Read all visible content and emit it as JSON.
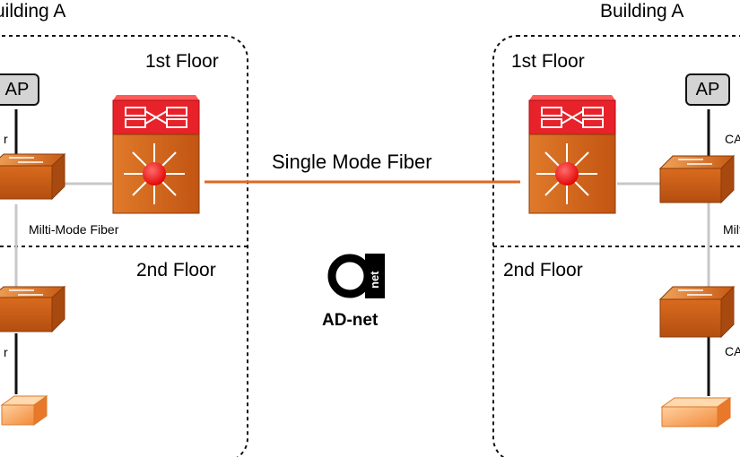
{
  "buildings": {
    "left": {
      "title": "Building A",
      "floor1": "1st Floor",
      "floor2": "2nd Floor",
      "ap_label": "AP",
      "cable_label_top": "r",
      "fiber_label": "Milti-Mode Fiber",
      "cable_label_bottom": "r"
    },
    "right": {
      "title": "Building A",
      "floor1": "1st Floor",
      "floor2": "2nd Floor",
      "ap_label": "AP",
      "cable_label_top": "CA",
      "fiber_label": "Milti",
      "cable_label_bottom": "CA"
    }
  },
  "link": {
    "label": "Single Mode Fiber"
  },
  "logo": {
    "mark_text": "net",
    "name": "AD-net"
  },
  "colors": {
    "switch_orange": "#d6661a",
    "core_red": "#e8222a",
    "fiber_orange": "#e2671f",
    "mm_fiber_grey": "#c8c8c8",
    "ap_grey": "#d4d4d4"
  }
}
